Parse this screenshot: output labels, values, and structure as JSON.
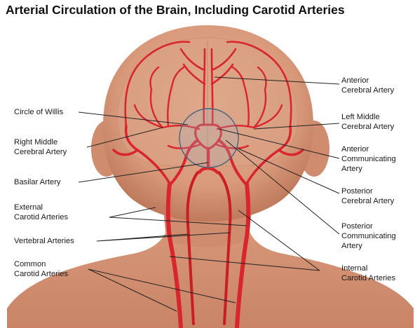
{
  "title": "Arterial Circulation of the Brain, Including Carotid Arteries",
  "labels": {
    "circle_of_willis": "Circle of Willis",
    "right_middle_cerebral_artery": "Right Middle\nCerebral Artery",
    "basilar_artery": "Basilar Artery",
    "external_carotid_arteries": "External\nCarotid Arteries",
    "vertebral_arteries": "Vertebral Arteries",
    "common_carotid_arteries": "Common\nCarotid Arteries",
    "anterior_cerebral_artery": "Anterior\nCerebral Artery",
    "left_middle_cerebral_artery": "Left Middle\nCerebral Artery",
    "anterior_communicating_artery": "Anterior\nCommunicating\nArtery",
    "posterior_cerebral_artery": "Posterior\nCerebral Artery",
    "posterior_communicating_artery": "Posterior\nCommunicating\nArtery",
    "internal_carotid_arteries": "Internal\nCarotid Arteries"
  },
  "colors": {
    "skin": "#d99a7c",
    "skin_shadow": "#c98466",
    "artery": "#d8262c",
    "artery_dark": "#a8141b",
    "leader_line": "#222222",
    "background": "#ffffff"
  }
}
